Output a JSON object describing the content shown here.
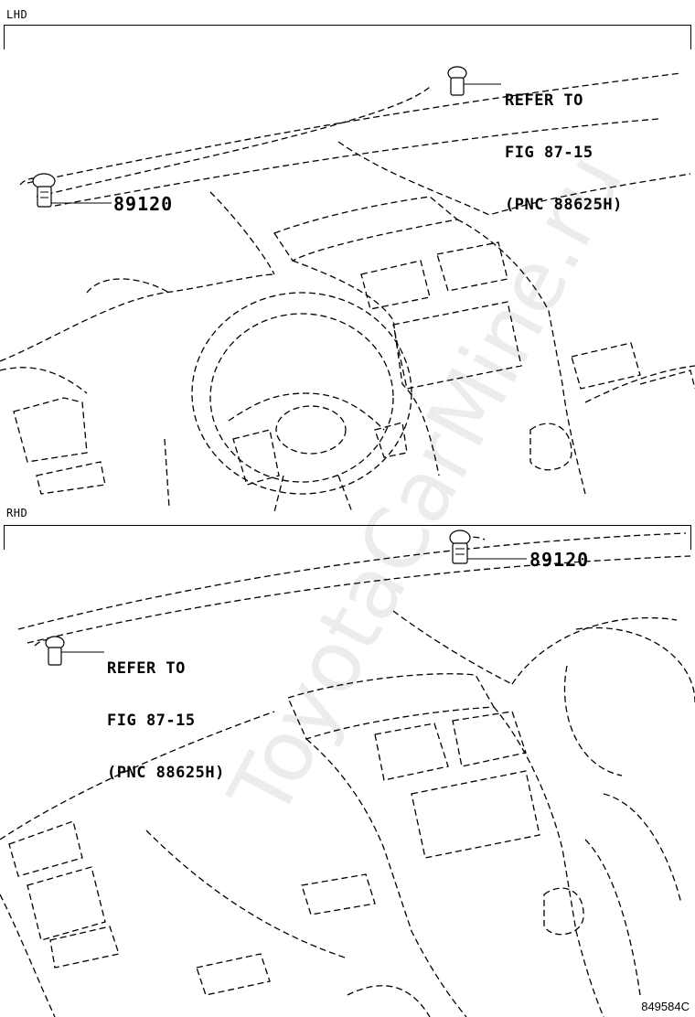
{
  "panels": {
    "lhd": {
      "label": "LHD",
      "callout_refer": [
        "REFER TO",
        "FIG 87-15",
        "(PNC 88625H)"
      ],
      "part_number": "89120"
    },
    "rhd": {
      "label": "RHD",
      "callout_refer": [
        "REFER TO",
        "FIG 87-15",
        "(PNC 88625H)"
      ],
      "part_number": "89120"
    }
  },
  "watermark": "ToyotaCarMine.ru",
  "figure_code": "849584C"
}
